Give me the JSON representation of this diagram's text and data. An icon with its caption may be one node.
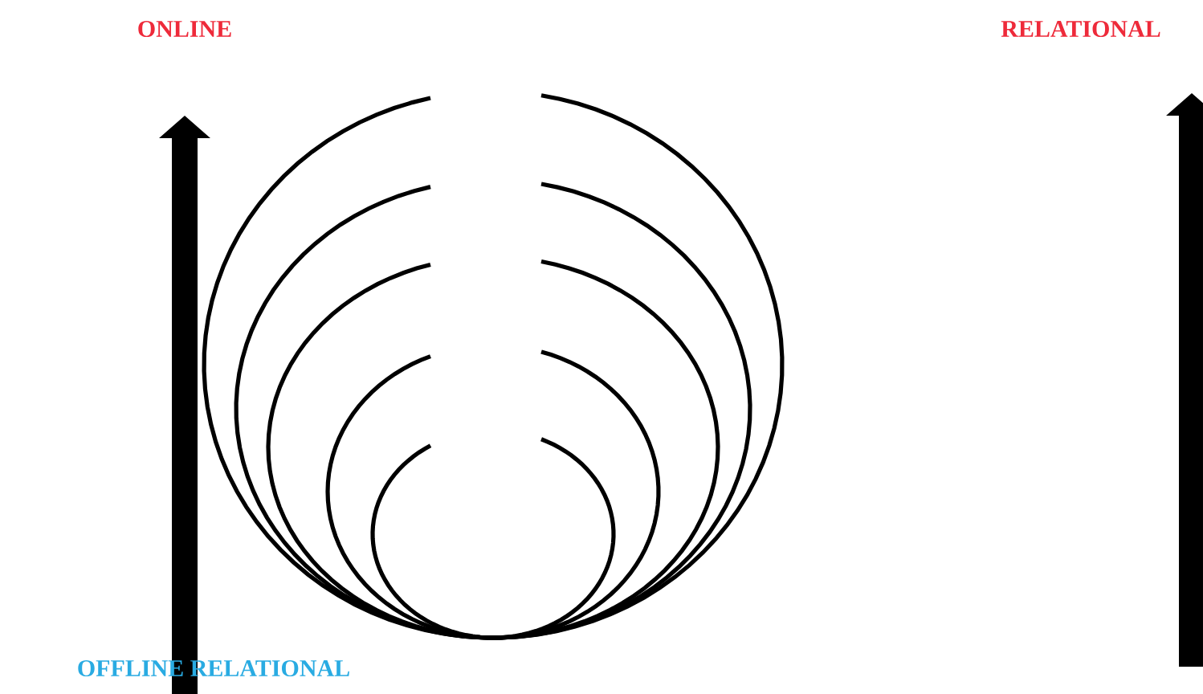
{
  "diagram": {
    "labels": [
      "ONLINE",
      "RELATIONAL",
      "OFFLINE RELATIONAL"
    ]
  }
}
